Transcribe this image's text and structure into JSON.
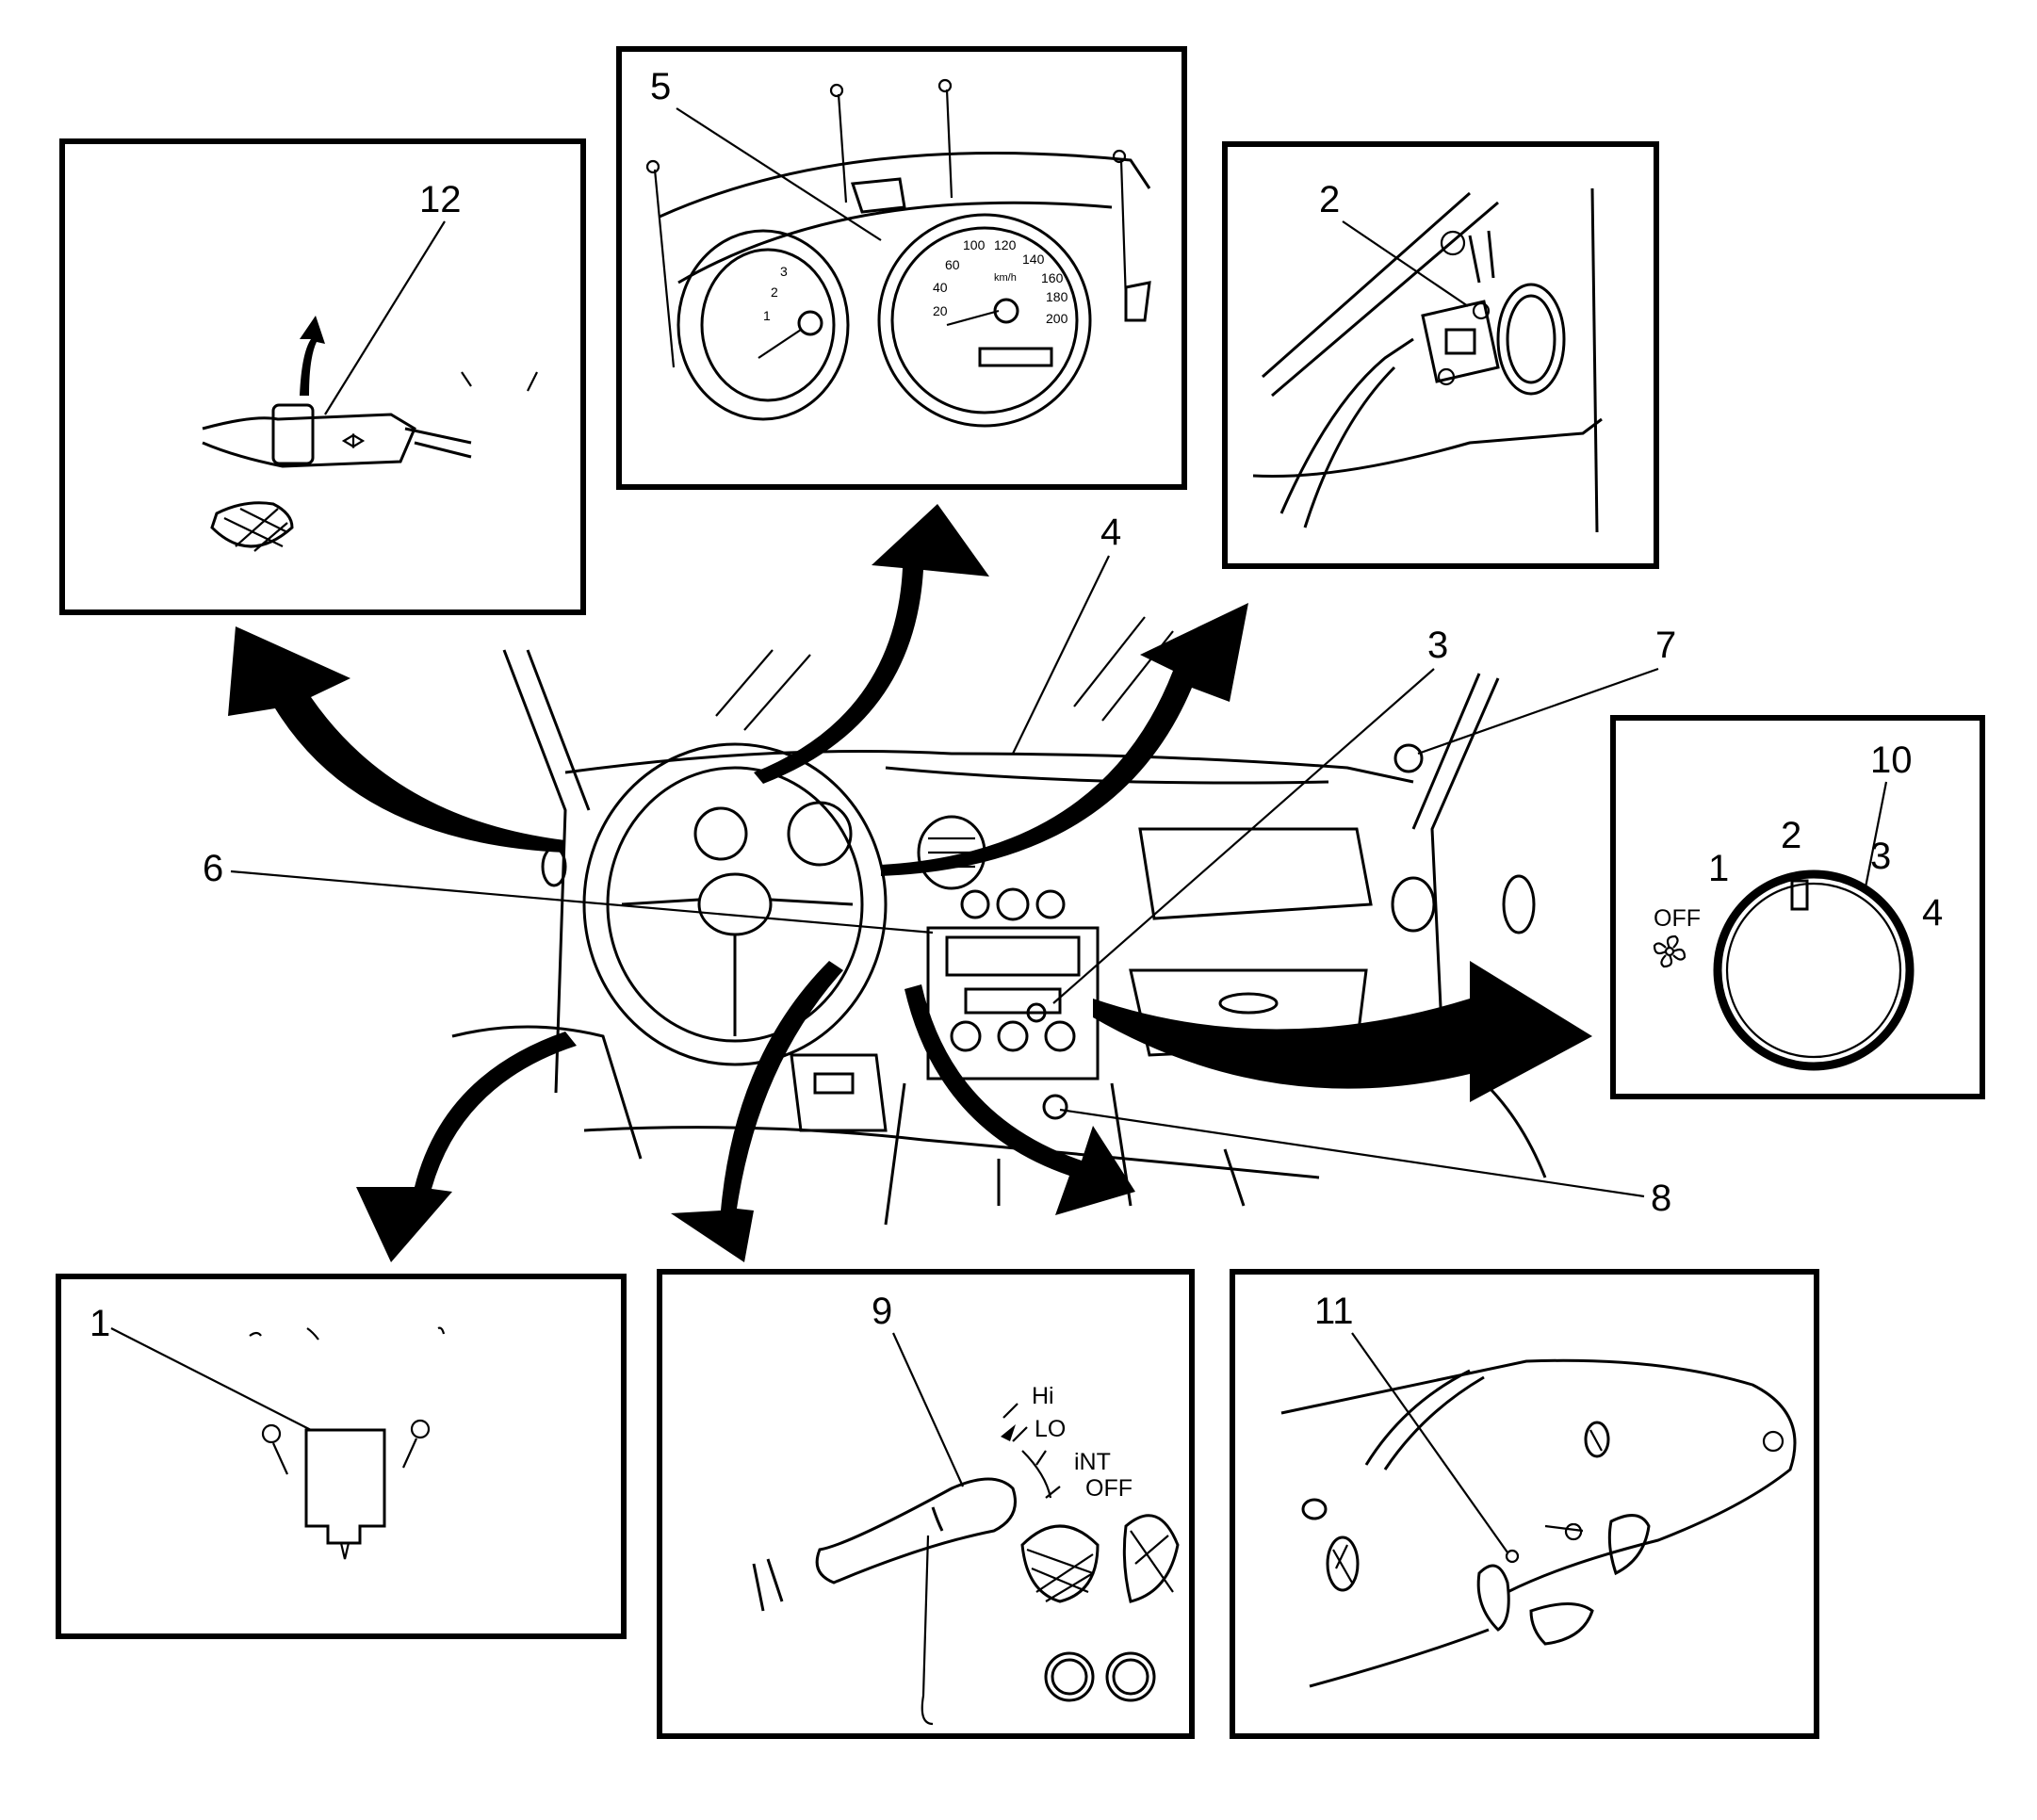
{
  "callouts": {
    "c1": "1",
    "c2": "2",
    "c3": "3",
    "c4": "4",
    "c5": "5",
    "c6": "6",
    "c7": "7",
    "c8": "8",
    "c9": "9",
    "c10": "10",
    "c11": "11",
    "c12": "12"
  },
  "fan_switch": {
    "off_label": "OFF",
    "positions": [
      "1",
      "2",
      "3",
      "4"
    ]
  },
  "wiper_switch": {
    "positions": [
      "Hi",
      "LO",
      "iNT",
      "OFF"
    ]
  },
  "speedometer": {
    "scale": [
      "20",
      "40",
      "60",
      "100",
      "120",
      "140",
      "160",
      "180",
      "200"
    ],
    "unit": "km/h"
  },
  "tachometer": {
    "scale": [
      "1",
      "2",
      "3"
    ]
  }
}
